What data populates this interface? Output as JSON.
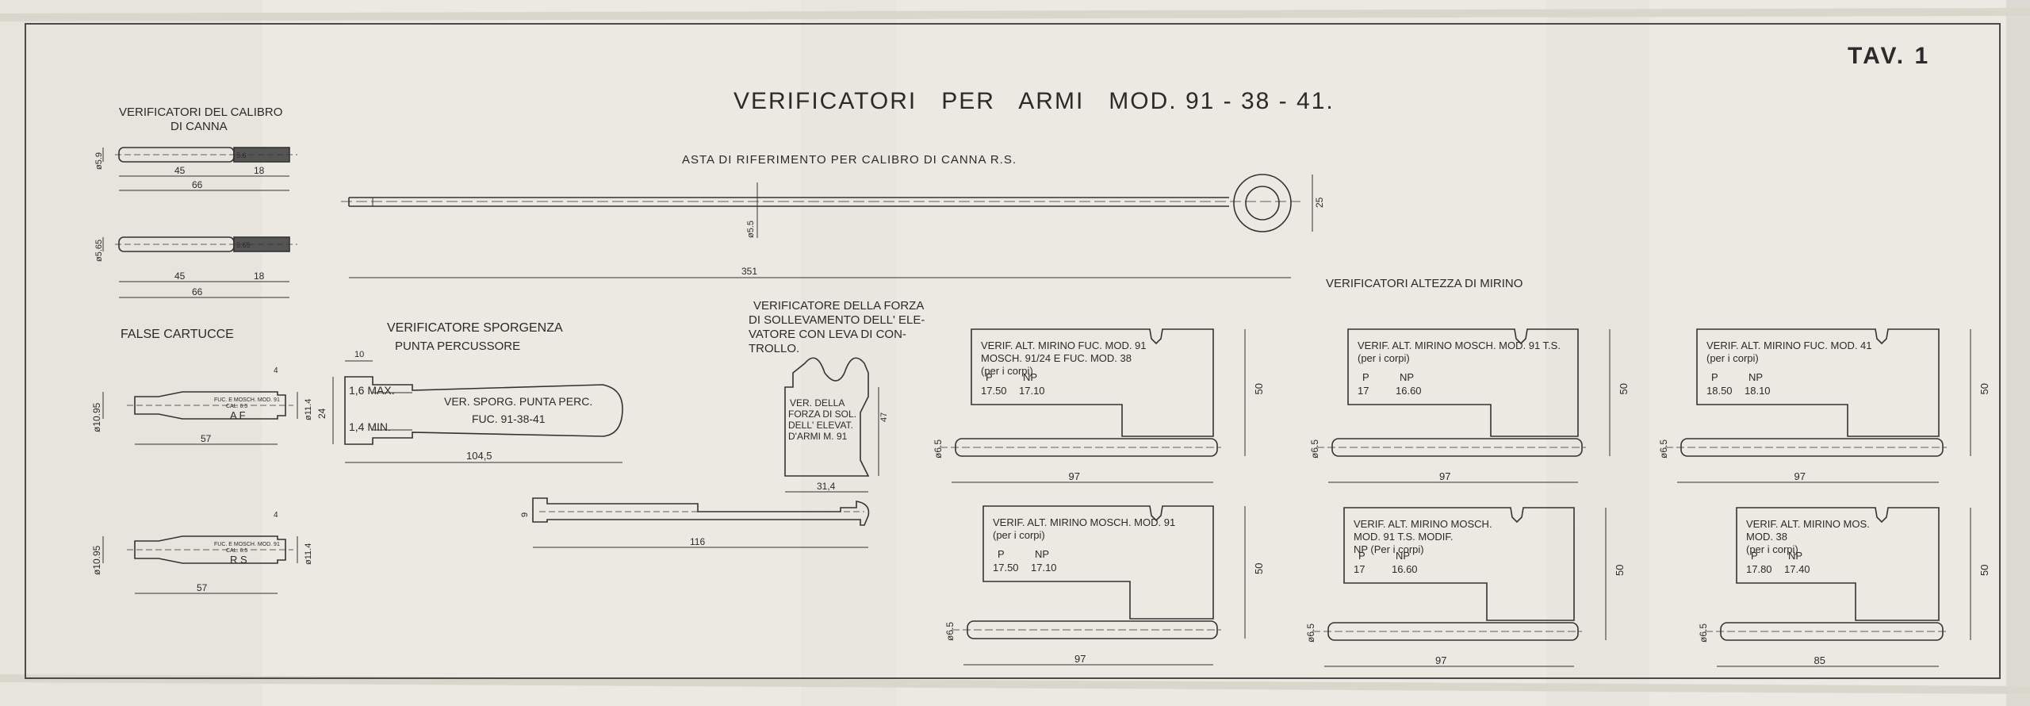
{
  "sheet": {
    "plate": "TAV. 1",
    "title": "VERIFICATORI   PER   ARMI   MOD. 91 - 38 - 41."
  },
  "sections": {
    "barrel_gauges": "VERIFICATORI DEL CALIBRO",
    "barrel_gauges_2": "DI CANNA",
    "false_cartridges": "FALSE CARTUCCE",
    "firing_pin": "VERIFICATORE SPORGENZA",
    "firing_pin_2": "PUNTA PERCUSSORE",
    "reference_rod": "ASTA DI RIFERIMENTO PER CALIBRO DI CANNA R.S.",
    "lever_force": [
      "VERIFICATORE DELLA FORZA",
      "DI SOLLEVAMENTO DELL' ELE-",
      "VATORE CON LEVA DI CON-",
      "TROLLO."
    ],
    "sight_height": "VERIFICATORI  ALTEZZA DI MIRINO"
  },
  "barrel_gauges": {
    "g1": {
      "dia": "ø5.9",
      "len_a": "45",
      "len_b": "18",
      "total": "66",
      "mark": "5.6"
    },
    "g2": {
      "dia": "ø5.65",
      "len_a": "45",
      "len_b": "18",
      "total": "66",
      "mark": "5.65"
    }
  },
  "cartridges": {
    "af": {
      "dia": "ø10.95",
      "dia_r": "ø11.4",
      "mark1": "FUC. E MOSCH. MOD. 91",
      "mark2": "CAL. 6.5",
      "code": "A F",
      "len": "57",
      "dim_top": "4"
    },
    "rs": {
      "dia": "ø10.95",
      "dia_r": "ø11.4",
      "mark1": "FUC. E MOSCH. MOD. 91",
      "mark2": "CAL. 6.5",
      "code": "R S",
      "len": "57",
      "dim_top": "4"
    }
  },
  "firing_pin_gauge": {
    "top": "10",
    "max": "1,6 MAX.",
    "min": "1,4 MIN.",
    "height": "24",
    "label1": "VER. SPORG. PUNTA PERC.",
    "label2": "FUC. 91-38-41",
    "len": "104,5"
  },
  "reference_rod": {
    "dia": "ø5.5",
    "len": "351",
    "ring": "25"
  },
  "lever_gauge": {
    "label": [
      "VER. DELLA",
      "FORZA DI SOL.",
      "DELL' ELEVAT.",
      "D'ARMI M. 91"
    ],
    "height": "47",
    "width": "31,4",
    "bar_len": "116",
    "bar_h": "9"
  },
  "sight_gauges": [
    {
      "lines": [
        "VERIF. ALT. MIRINO FUC. MOD. 91",
        "MOSCH. 91/24 E FUC. MOD. 38",
        "(per i corpi)"
      ],
      "p": "17.50",
      "np": "17.10",
      "h": "50",
      "w": "97",
      "d": "ø6.5"
    },
    {
      "lines": [
        "VERIF. ALT. MIRINO MOSCH. MOD. 91 T.S.",
        "(per i corpi)"
      ],
      "p": "17",
      "np": "16.60",
      "h": "50",
      "w": "97",
      "d": "ø6.5"
    },
    {
      "lines": [
        "VERIF. ALT. MIRINO  FUC. MOD. 41",
        "(per i corpi)"
      ],
      "p": "18.50",
      "np": "18.10",
      "h": "50",
      "w": "97",
      "d": "ø6.5"
    },
    {
      "lines": [
        "VERIF. ALT. MIRINO MOSCH. MOD. 91",
        "(per i corpi)"
      ],
      "p": "17.50",
      "np": "17.10",
      "h": "50",
      "w": "97",
      "d": "ø6.5"
    },
    {
      "lines": [
        "VERIF. ALT. MIRINO MOSCH.",
        "MOD. 91 T.S. MODIF.",
        "NP (Per i corpi)"
      ],
      "p": "17",
      "np": "16.60",
      "h": "50",
      "w": "97",
      "d": "ø6.5"
    },
    {
      "lines": [
        "VERIF. ALT. MIRINO MOS.",
        "MOD. 38",
        "(per i corpi)"
      ],
      "p": "17.80",
      "np": "17.40",
      "h": "50",
      "w": "85",
      "d": "ø6.5"
    }
  ],
  "labels": {
    "p": "P",
    "np": "NP"
  }
}
